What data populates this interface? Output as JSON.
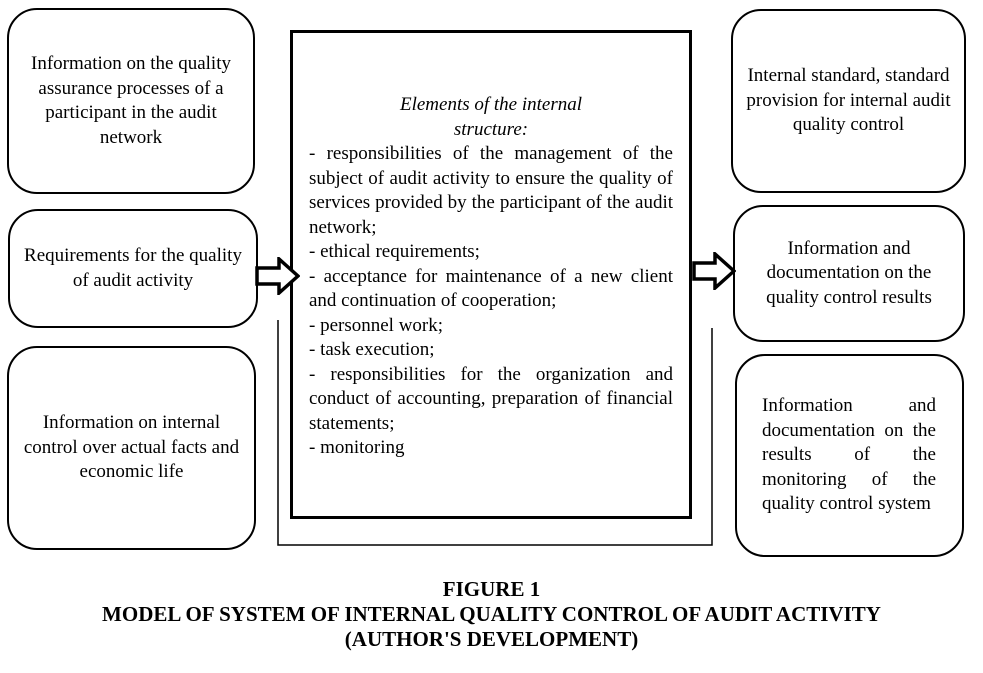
{
  "boxes": {
    "info_quality": "Information on the quality assurance processes of a participant in the audit network",
    "requirements": "Requirements for the quality of audit activity",
    "internal_control": "Information on internal control over actual facts and economic life",
    "standard": "Internal standard, standard provision for internal audit quality control",
    "results": "Information and documentation on the quality control results",
    "monitoring": "Information and documentation on the results of the monitoring of the quality control system"
  },
  "center": {
    "heading": "Elements of the internal structure:",
    "items": [
      "- responsibilities of the management of the subject of audit activity to ensure the quality of services provided by the participant of the audit network;",
      "- ethical requirements;",
      "- acceptance for maintenance of a new client and continuation of cooperation;",
      "- personnel work;",
      "- task execution;",
      "- responsibilities for the organization and conduct of accounting, preparation of financial statements;",
      "- monitoring"
    ]
  },
  "caption": {
    "figure": "FIGURE 1",
    "title_line1": "MODEL OF SYSTEM OF INTERNAL QUALITY CONTROL OF AUDIT ACTIVITY",
    "title_line2": "(AUTHOR'S DEVELOPMENT)"
  }
}
